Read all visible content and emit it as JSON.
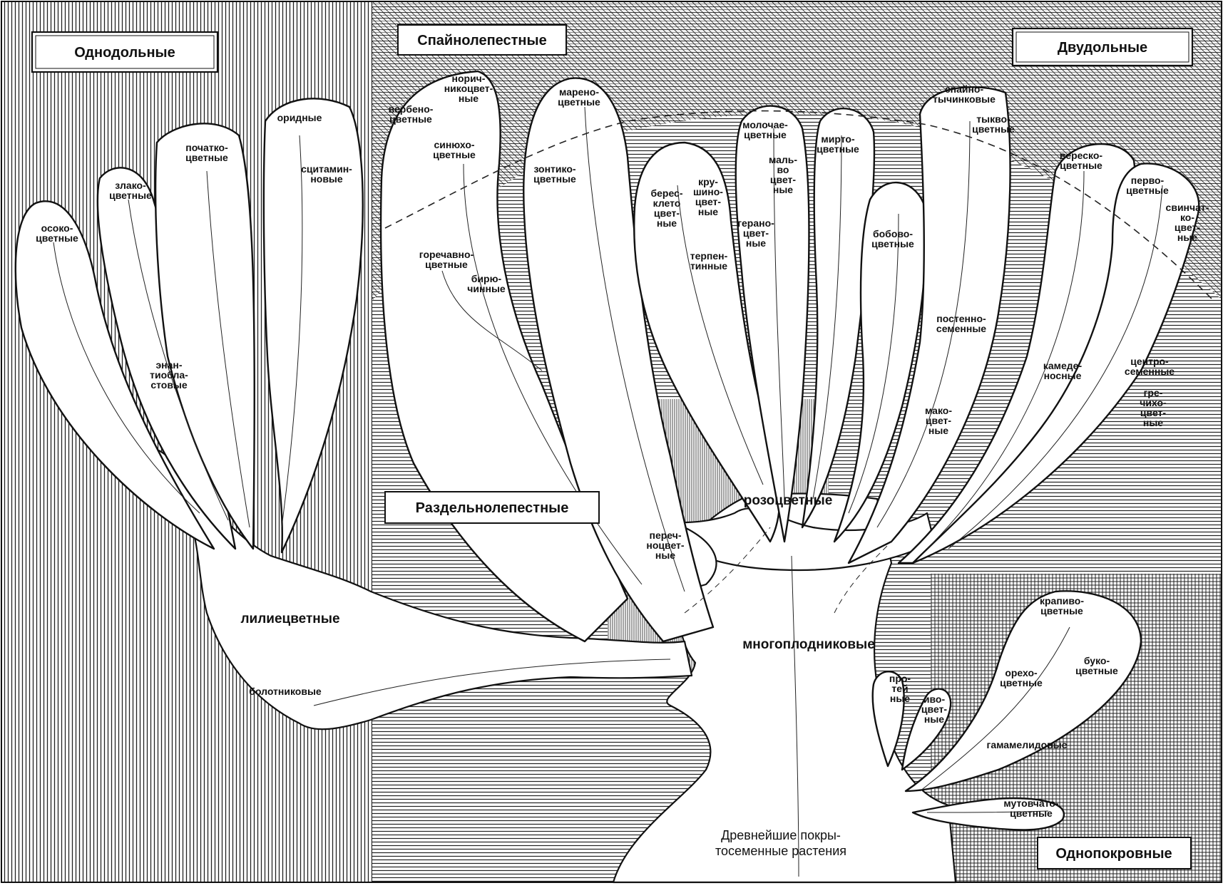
{
  "colors": {
    "ink": "#111111",
    "paper": "#ffffff",
    "background": "#ffffff"
  },
  "groups": {
    "monocots": "Однодольные",
    "sympetalae": "Спайнолепестные",
    "dicots": "Двудольные",
    "choripetalae": "Раздельнолепестные",
    "monochlamydeae": "Однопокровные"
  },
  "taxa": {
    "cyperales": "осоко-\nцветные",
    "poales": "злако-\nцветные",
    "arales": "початко-\nцветные",
    "orchidales": "оридные",
    "scitamineae": "сцитамин-\nновые",
    "enantioblastae": "энан-\nтиобла-\nстовые",
    "liliiflorae": "лилиецветные",
    "helobiae": "болотниковые",
    "scrophulariales": "норич-\nникоцвет-\nные",
    "verbenales": "вербено-\nцветные",
    "polemoniales": "синюхо-\nцветные",
    "gentianales": "горечавно-\nцветные",
    "ebenales": "бирю-\nчинные",
    "rubiales": "марено-\nцветные",
    "umbellales": "зонтико-\nцветные",
    "celastrales": "берес-\nклето\nцвет-\nные",
    "rhamnales": "кру-\nшино-\nцвет-\nные",
    "sapindales": "терпен-\nтинные",
    "euphorbiales": "молочае-\nцветные",
    "malvales": "маль-\nво\nцвет-\nные",
    "geraniales": "герано-\nцвет-\nные",
    "myrtales": "мирто-\nцветные",
    "fabales": "бобово-\nцветные",
    "rosales": "розоцветные",
    "synandrae": "спайно-\nтычинковые",
    "cucurbitales": "тыкво-\nцветные",
    "parietales": "постенно-\nсеменные",
    "papaverales": "мако-\nцвет-\nные",
    "guttiferales": "камеде-\nносные",
    "ericales": "вереско-\nцветные",
    "primulales": "перво-\nцветные",
    "plumbaginales": "свинчат-\nко-\nцвет-\nные",
    "centrospermae": "центро-\nсеменные",
    "polygonales": "гре-\nчихо-\nцвет-\nные",
    "piperales": "переч-\nноцвет-\nные",
    "polycarpicae": "многоплодниковые",
    "proteales": "про-\nтей\nные",
    "salicales": "иво-\nцвет-\nные",
    "urticales": "крапиво-\nцветные",
    "juglandales": "орехо-\nцветные",
    "fagales": "буко-\nцветные",
    "hamamelidales": "гамамелидовые",
    "casuarinales": "мутовчато-\nцветные",
    "ancient_angiosperms": "Древнейшие покры-\nтосеменные растения"
  }
}
